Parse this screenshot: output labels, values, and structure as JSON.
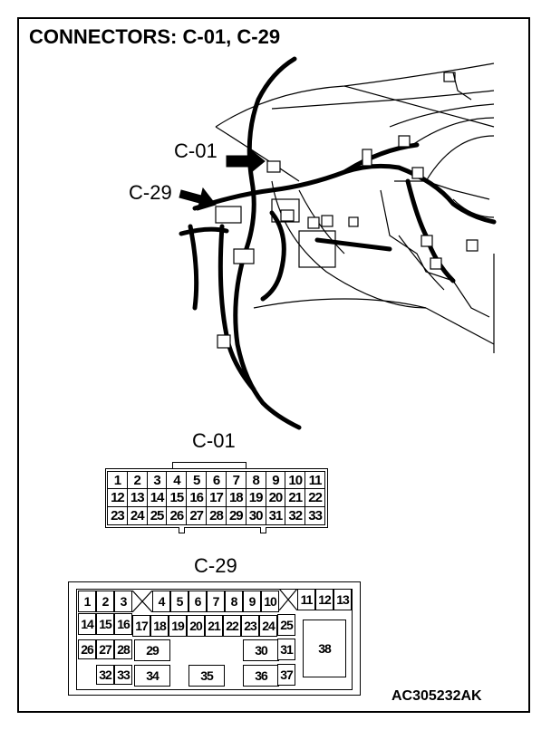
{
  "title": "CONNECTORS: C-01, C-29",
  "callouts": {
    "c01": "C-01",
    "c29": "C-29"
  },
  "connector_c01": {
    "label": "C-01",
    "rows": [
      [
        "1",
        "2",
        "3",
        "4",
        "5",
        "6",
        "7",
        "8",
        "9",
        "10",
        "11"
      ],
      [
        "12",
        "13",
        "14",
        "15",
        "16",
        "17",
        "18",
        "19",
        "20",
        "21",
        "22"
      ],
      [
        "23",
        "24",
        "25",
        "26",
        "27",
        "28",
        "29",
        "30",
        "31",
        "32",
        "33"
      ]
    ]
  },
  "connector_c29": {
    "label": "C-29",
    "pins": [
      "1",
      "2",
      "3",
      "4",
      "5",
      "6",
      "7",
      "8",
      "9",
      "10",
      "11",
      "12",
      "13",
      "14",
      "15",
      "16",
      "17",
      "18",
      "19",
      "20",
      "21",
      "22",
      "23",
      "24",
      "25",
      "26",
      "27",
      "28",
      "29",
      "30",
      "31",
      "32",
      "33",
      "34",
      "35",
      "36",
      "37",
      "38"
    ]
  },
  "figure_code": "AC305232AK"
}
